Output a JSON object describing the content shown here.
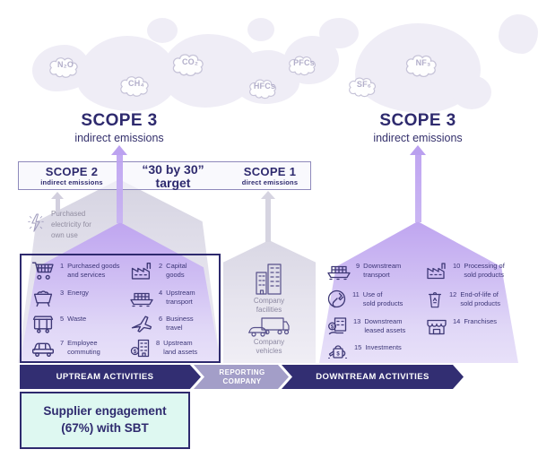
{
  "colors": {
    "navy": "#2e2a6e",
    "chevron_navy": "#322e72",
    "chevron_gray": "#a39ec8",
    "purple_arrow": "#bda2f1",
    "purple_house_top": "#bfa5f0",
    "gray_house": "#d5d3e1",
    "mint_box": "#def8f1",
    "cloud_outline": "#c6c3d8",
    "item_text": "#3c3677"
  },
  "icons": {
    "dollar": "$"
  },
  "gas_clouds": [
    {
      "formula": "N₂O"
    },
    {
      "formula": "CH₄"
    },
    {
      "formula": "CO₂"
    },
    {
      "formula": "HFCs"
    },
    {
      "formula": "PFCs"
    },
    {
      "formula": "SF₆"
    },
    {
      "formula": "NF₃"
    }
  ],
  "scope3_left": {
    "title": "SCOPE 3",
    "subtitle": "indirect emissions"
  },
  "scope3_right": {
    "title": "SCOPE 3",
    "subtitle": "indirect emissions"
  },
  "scope_bar": {
    "scope2_title": "SCOPE 2",
    "scope2_subtitle": "indirect emissions",
    "target_line1": "“30 by 30”",
    "target_line2": "target",
    "scope1_title": "SCOPE 1",
    "scope1_subtitle": "direct emissions"
  },
  "purchased_electricity": {
    "lines": [
      "Purchased",
      "electricity for",
      "own use"
    ]
  },
  "upstream_house": {
    "items": [
      {
        "num": "1",
        "lines": [
          "Purchased goods",
          "and services"
        ]
      },
      {
        "num": "2",
        "lines": [
          "Capital",
          "goods"
        ]
      },
      {
        "num": "3",
        "lines": [
          "Energy"
        ]
      },
      {
        "num": "4",
        "lines": [
          "Upstream",
          "transport"
        ]
      },
      {
        "num": "5",
        "lines": [
          "Waste"
        ]
      },
      {
        "num": "6",
        "lines": [
          "Business",
          "travel"
        ]
      },
      {
        "num": "7",
        "lines": [
          "Employee",
          "commuting"
        ]
      },
      {
        "num": "8",
        "lines": [
          "Upstream",
          "land assets"
        ]
      }
    ]
  },
  "reporting_house": {
    "facilities": "Company facilities",
    "vehicles": "Company vehicles"
  },
  "downstream_house": {
    "items": [
      {
        "num": "9",
        "lines": [
          "Downstream",
          "transport"
        ]
      },
      {
        "num": "10",
        "lines": [
          "Processing of",
          "sold products"
        ]
      },
      {
        "num": "11",
        "lines": [
          "Use of",
          "sold products"
        ]
      },
      {
        "num": "12",
        "lines": [
          "End-of-life of",
          "sold products"
        ]
      },
      {
        "num": "13",
        "lines": [
          "Downstream",
          "leased assets"
        ]
      },
      {
        "num": "14",
        "lines": [
          "Franchises"
        ]
      },
      {
        "num": "15",
        "lines": [
          "Investments"
        ]
      }
    ]
  },
  "flow_bar": {
    "upstream": "UPTREAM ACTIVITIES",
    "reporting_line1": "REPORTING",
    "reporting_line2": "COMPANY",
    "downstream": "DOWNTREAM ACTIVITIES"
  },
  "supplier_box": {
    "line1": "Supplier engagement",
    "line2": "(67%) with SBT"
  }
}
